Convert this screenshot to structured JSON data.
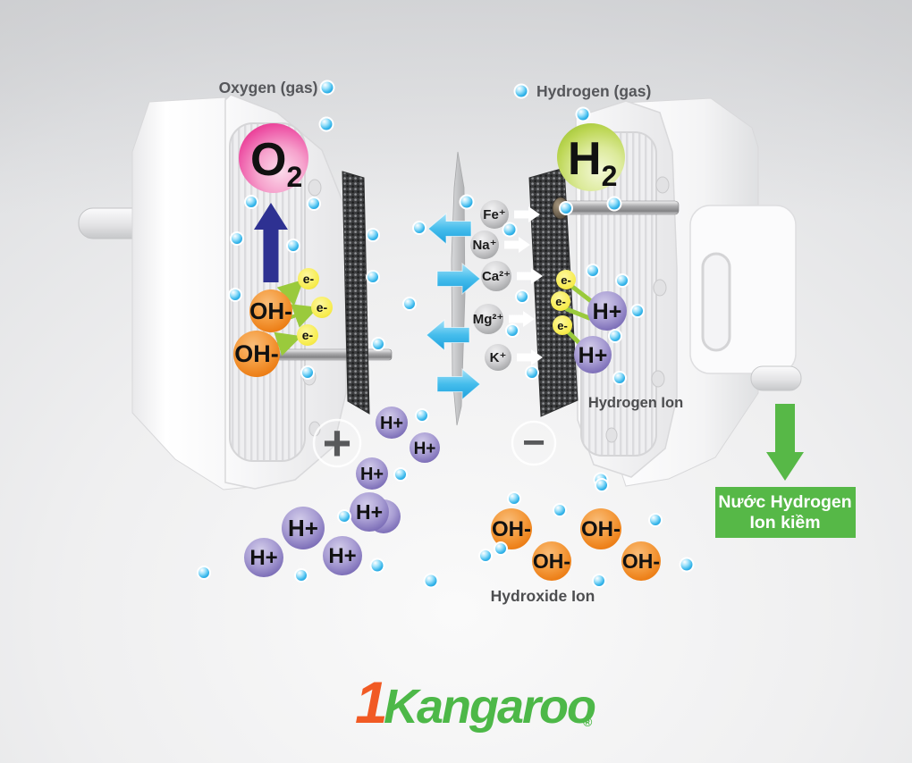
{
  "labels": {
    "oxygen_gas": "Oxygen (gas)",
    "hydrogen_gas": "Hydrogen (gas)",
    "hydrogen_ion": "Hydrogen Ion",
    "hydroxide_ion": "Hydroxide Ion"
  },
  "molecules": {
    "oxygen": {
      "symbol": "O",
      "subscript": "2"
    },
    "hydrogen": {
      "symbol": "H",
      "subscript": "2"
    }
  },
  "particles": {
    "hydroxide": "OH-",
    "hydrogen": "H+",
    "electron": "e-"
  },
  "minerals": [
    "Fe⁺",
    "Na⁺",
    "Ca²⁺",
    "Mg²⁺",
    "K⁺"
  ],
  "terminals": {
    "positive": "+",
    "negative": "−"
  },
  "callout": {
    "line1": "Nước Hydrogen",
    "line2": "Ion kiềm"
  },
  "brand": {
    "prefix": "1",
    "name": "Kangaroo",
    "registered": "®"
  },
  "colors": {
    "oxygen_pink": "#ec4fa4",
    "hydrogen_green": "#b8d345",
    "hydrogen_ion_purple": "#7a6cb7",
    "hydroxide_orange": "#f08221",
    "mineral_gray": "#b9babc",
    "electron_yellow": "#f7ec4f",
    "water_cyan": "#29abe2",
    "cathode_navy": "#2e3192",
    "alkaline_green": "#57b847",
    "connector_lime": "#9aca3c",
    "brand_green": "#4db848",
    "brand_orange": "#f15a24",
    "text_gray": "#58595b"
  }
}
